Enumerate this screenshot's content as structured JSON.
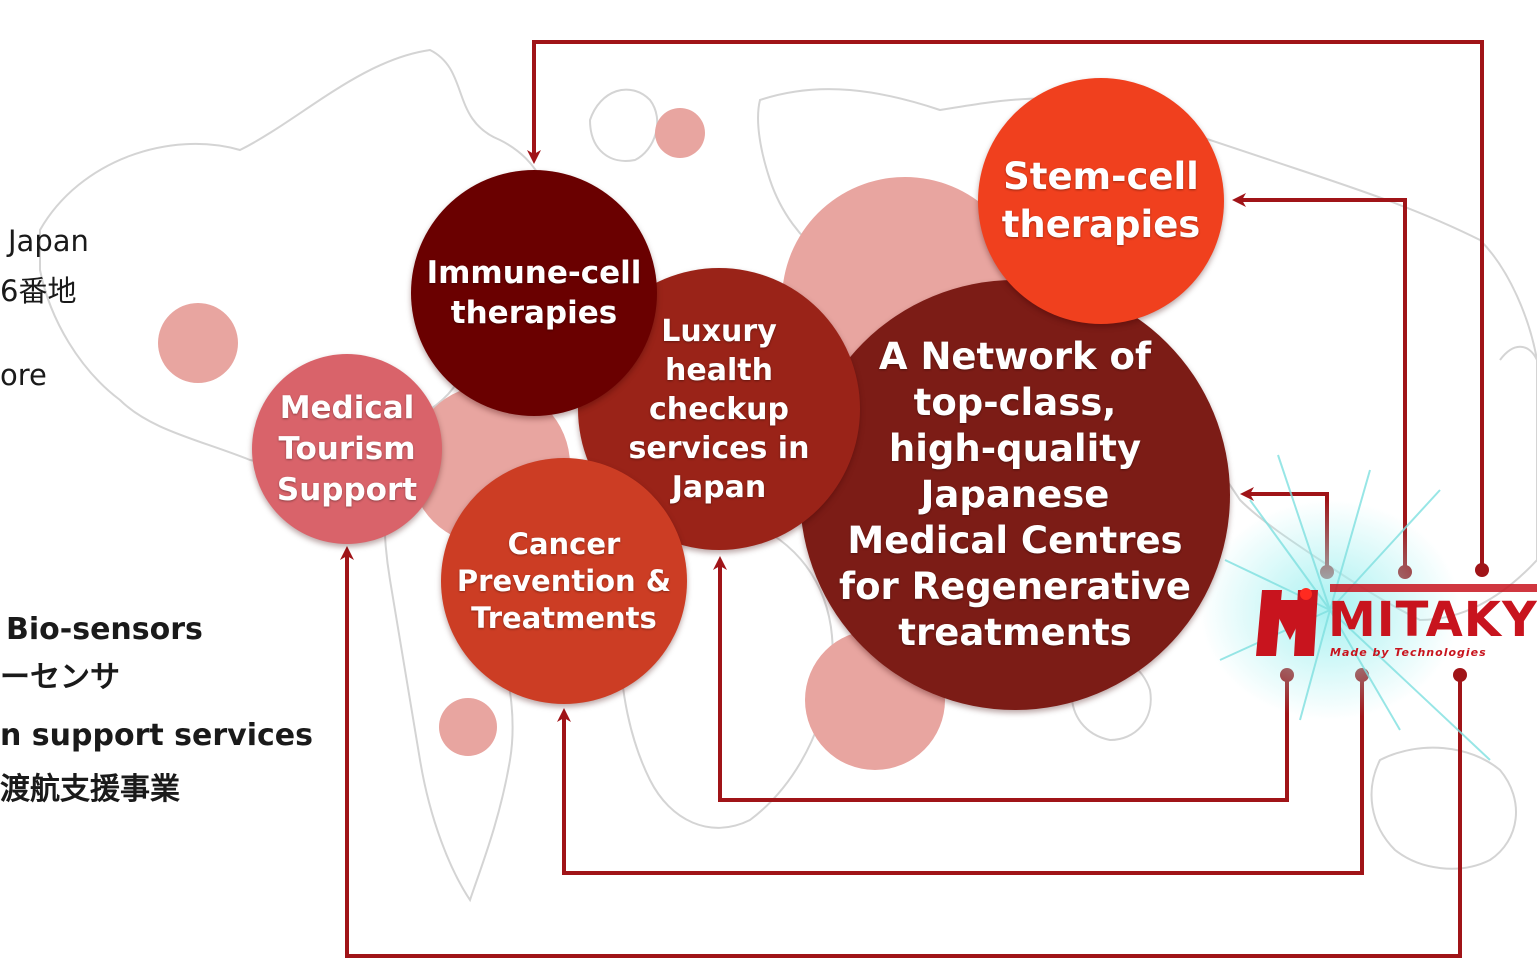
{
  "left_info": {
    "line1": "Japan",
    "line2": "6番地",
    "line3": "ore",
    "line4": "Bio-sensors",
    "line5": "ーセンサ",
    "line6": "n support services",
    "line7": "渡航支援事業"
  },
  "nodes": {
    "immune": "Immune-cell\ntherapies",
    "stem": "Stem-cell\ntherapies",
    "luxury": "Luxury\nhealth\ncheckup\nservices in\nJapan",
    "network": "A Network of\ntop-class,\nhigh-quality\nJapanese\nMedical Centres\nfor Regenerative\ntreatments",
    "tourism": "Medical\nTourism\nSupport",
    "cancer": "Cancer\nPrevention &\nTreatments"
  },
  "logo": {
    "name": "MITAKY",
    "tagline": "Made by Technologies"
  },
  "colors": {
    "arrow": "#a01418",
    "immune": "#6a0000",
    "stem": "#f0401e",
    "luxury": "#9a2318",
    "network": "#7c1c16",
    "tourism": "#d9636a",
    "cancer": "#cc3d24",
    "background_bubble": "#e8a5a0"
  }
}
